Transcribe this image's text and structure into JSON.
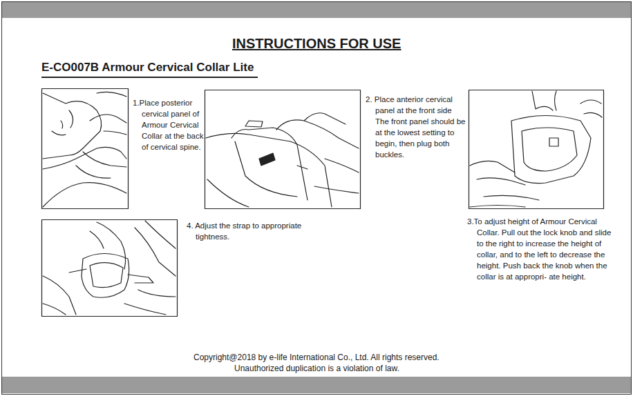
{
  "diagram": {
    "title": "INSTRUCTIONS FOR USE",
    "labels": [
      "E-CO007B Armour Cervical Collar Lite",
      "1.Place posterior cervical panel of Armour Cervical Collar at the back of cervical spine.",
      "2. Place anterior cervical panel at the front side The front panel should be at the lowest setting to begin, then plug both buckles.",
      "3.To adjust height of Armour Cervical Collar. Pull out the lock knob and slide to the right to increase the height of collar, and to the left to decrease the height. Push back the knob when the collar is at appropri- ate height.",
      "4. Adjust the strap to appropriate tightness.",
      "Copyright@2018 by e-life International Co., Ltd. All rights reserved.",
      "Unauthorized duplication is a violation of law."
    ]
  }
}
